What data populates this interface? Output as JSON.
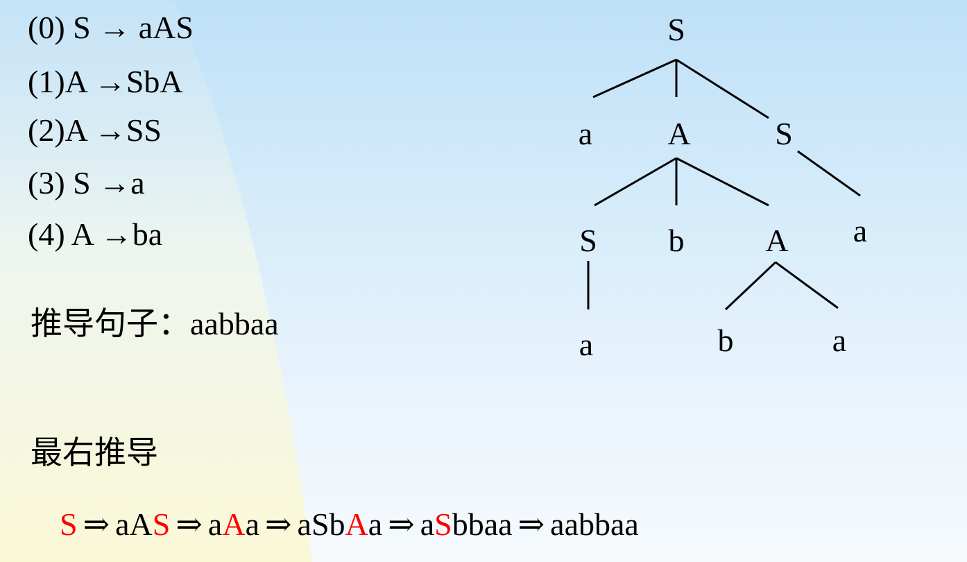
{
  "rules": [
    "(0) S → aAS",
    "(1)A →SbA",
    "(2)A →SS",
    "(3) S →a",
    "(4) A →ba"
  ],
  "sentence_label": "推导句子：",
  "sentence": "aabbaa",
  "rightmost_label": "最右推导",
  "derivation": [
    {
      "pre": "",
      "hi": "S",
      "post": ""
    },
    {
      "pre": "aA",
      "hi": "S",
      "post": ""
    },
    {
      "pre": "a",
      "hi": "A",
      "post": "a"
    },
    {
      "pre": "aSb",
      "hi": "A",
      "post": "a"
    },
    {
      "pre": "a",
      "hi": "S",
      "post": "bbaa"
    },
    {
      "pre": "aabbaa",
      "hi": "",
      "post": ""
    }
  ],
  "derive_arrow": "⇒",
  "tree": {
    "root": "S",
    "level1": [
      "a",
      "A",
      "S"
    ],
    "level2": [
      "S",
      "b",
      "A",
      "a"
    ],
    "level3": [
      "a",
      "b",
      "a"
    ]
  },
  "colors": {
    "highlight": "#ff0000",
    "background_top": "#bfe0f8",
    "wedge": "#fbf8dc"
  }
}
